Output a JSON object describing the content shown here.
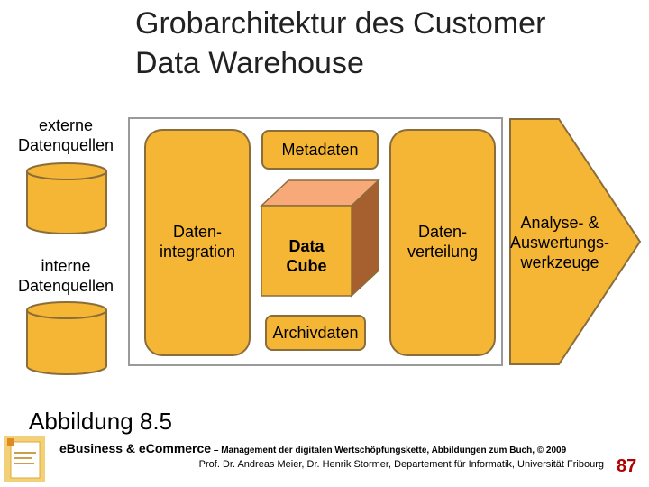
{
  "title": [
    "Grobarchitektur des Customer",
    "Data Warehouse"
  ],
  "sources": {
    "external": [
      "externe",
      "Datenquellen"
    ],
    "internal": [
      "interne",
      "Datenquellen"
    ]
  },
  "integration": [
    "Daten-",
    "integration"
  ],
  "metadata": "Metadaten",
  "cube": [
    "Data",
    "Cube"
  ],
  "archive": "Archivdaten",
  "distribution": [
    "Daten-",
    "verteilung"
  ],
  "analysis": [
    "Analyse- &",
    "Auswertungs-",
    "werkzeuge"
  ],
  "caption": "Abbildung 8.5",
  "footer": {
    "book": "eBusiness & eCommerce",
    "subtitle": " – Management der digitalen Wertschöpfungskette, Abbildungen zum Buch, © 2009",
    "authors": "Prof. Dr. Andreas Meier, Dr. Henrik Stormer, Departement für Informatik, Universität Fribourg",
    "page": "87"
  },
  "colors": {
    "panel": "#f5b635",
    "border": "#8a6d3b",
    "cube_top": "#f7a979",
    "cube_front": "#f5b635",
    "cube_side": "#a65f2e",
    "page_number": "#b00000"
  }
}
